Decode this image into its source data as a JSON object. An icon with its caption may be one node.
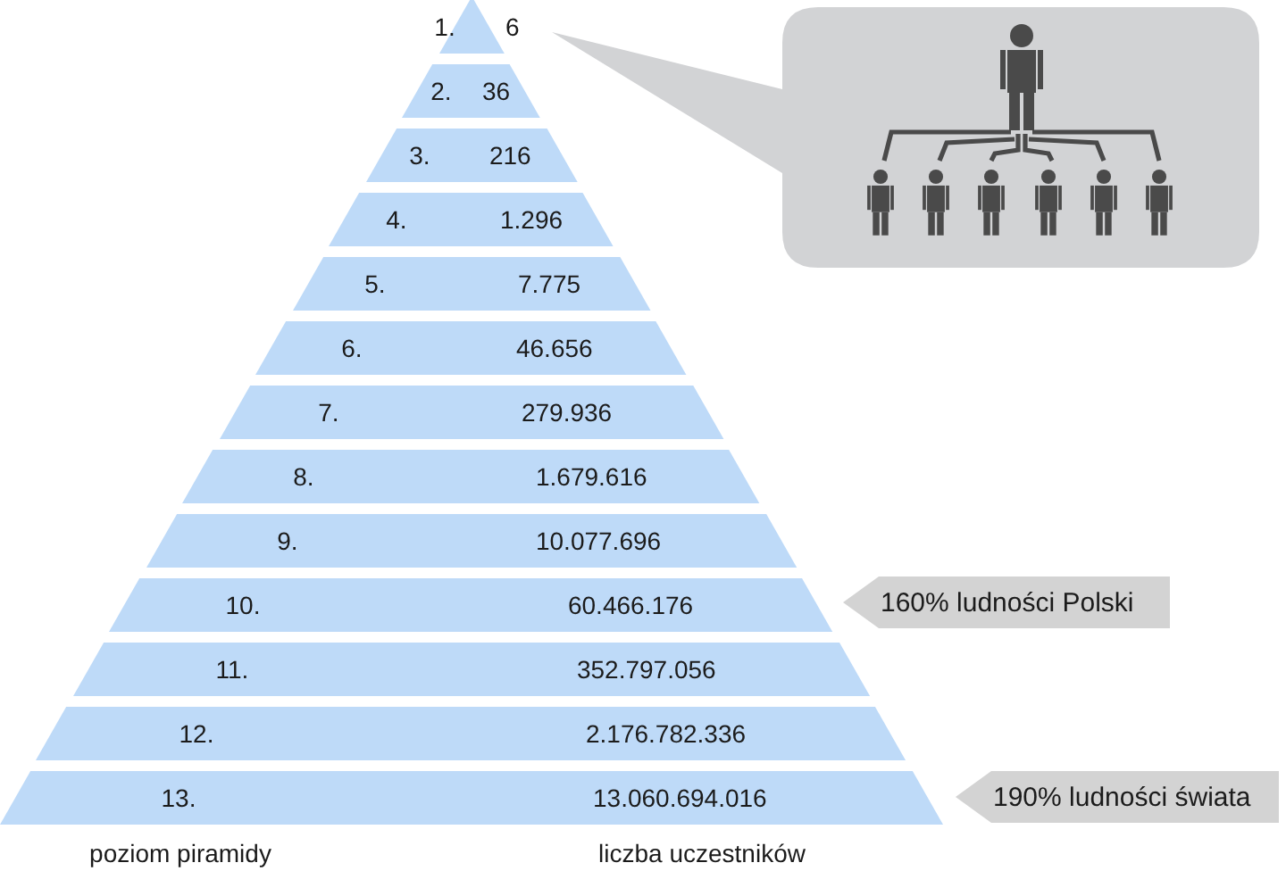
{
  "diagram": {
    "nodes": [
      {
        "text": [
          "1.",
          "6"
        ]
      },
      {
        "text": [
          "2.",
          "36"
        ]
      },
      {
        "text": [
          "3.",
          "216"
        ]
      },
      {
        "text": [
          "4.",
          "1.296"
        ]
      },
      {
        "text": [
          "5.",
          "7.775"
        ]
      },
      {
        "text": [
          "6.",
          "46.656"
        ]
      },
      {
        "text": [
          "7.",
          "279.936"
        ]
      },
      {
        "text": [
          "8.",
          "1.679.616"
        ]
      },
      {
        "text": [
          "9.",
          "10.077.696"
        ]
      },
      {
        "text": [
          "10.",
          "60.466.176"
        ]
      },
      {
        "text": [
          "11.",
          "352.797.056"
        ]
      },
      {
        "text": [
          "12.",
          "2.176.782.336"
        ]
      },
      {
        "text": [
          "13.",
          "13.060.694.016"
        ]
      },
      {
        "text": [],
        "shape": "picture"
      },
      {
        "text": [
          "160% ludności Polski"
        ]
      },
      {
        "text": [
          "190% ludności świata"
        ]
      }
    ],
    "labels": [
      "poziom piramidy",
      "liczba uczestników"
    ]
  }
}
